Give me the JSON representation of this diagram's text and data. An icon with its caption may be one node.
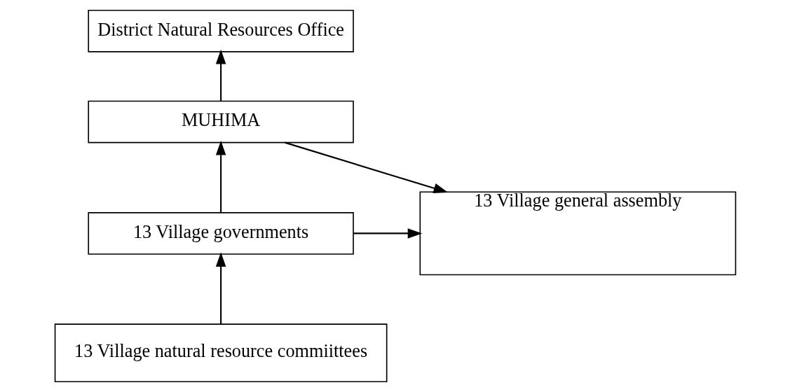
{
  "diagram": {
    "nodes": [
      {
        "text": [
          "District Natural Resources Office"
        ]
      },
      {
        "text": [
          "MUHIMA"
        ]
      },
      {
        "text": [
          "13 Village governments"
        ]
      },
      {
        "text": [
          "13 Village general assembly"
        ]
      },
      {
        "text": [
          "13 Village natural resource commiittees"
        ]
      }
    ],
    "edges": [
      {
        "from": 1,
        "to": 0,
        "arrow": "to"
      },
      {
        "from": 1,
        "to": 3,
        "arrow": "to"
      },
      {
        "from": 2,
        "to": 1,
        "arrow": "to"
      },
      {
        "from": 2,
        "to": 3,
        "arrow": "to"
      },
      {
        "from": 4,
        "to": 2,
        "arrow": "to"
      }
    ]
  }
}
